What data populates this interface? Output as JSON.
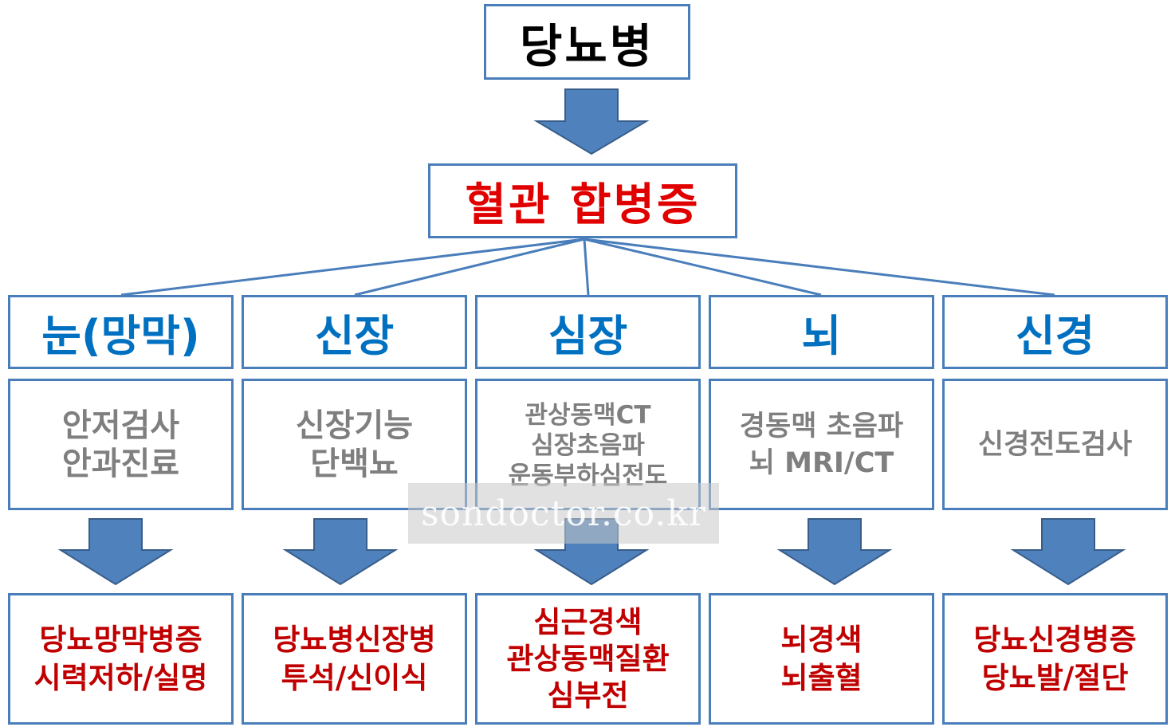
{
  "colors": {
    "box_border": "#4a7ebb",
    "arrow_fill": "#4f81bd",
    "arrow_stroke": "#385d8a",
    "connector": "#4a7ebb",
    "organ_text": "#0070c0",
    "test_text": "#7f7f7f",
    "outcome_text": "#c00000",
    "complication_text": "#e00000"
  },
  "root": {
    "label": "당뇨병"
  },
  "complication": {
    "label": "혈관 합병증"
  },
  "columns": [
    {
      "organ": "눈(망막)",
      "tests": [
        "안저검사",
        "안과진료"
      ],
      "outcomes": [
        "당뇨망막병증",
        "시력저하/실명"
      ]
    },
    {
      "organ": "신장",
      "tests": [
        "신장기능",
        "단백뇨"
      ],
      "outcomes": [
        "당뇨병신장병",
        "투석/신이식"
      ]
    },
    {
      "organ": "심장",
      "tests": [
        "관상동맥CT",
        "심장초음파",
        "운동부하심전도"
      ],
      "outcomes": [
        "심근경색",
        "관상동맥질환",
        "심부전"
      ]
    },
    {
      "organ": "뇌",
      "tests": [
        "경동맥 초음파",
        "뇌 MRI/CT"
      ],
      "outcomes": [
        "뇌경색",
        "뇌출혈"
      ]
    },
    {
      "organ": "신경",
      "tests": [
        "신경전도검사"
      ],
      "outcomes": [
        "당뇨신경병증",
        "당뇨발/절단"
      ]
    }
  ],
  "watermark": "sondoctor.co.kr"
}
